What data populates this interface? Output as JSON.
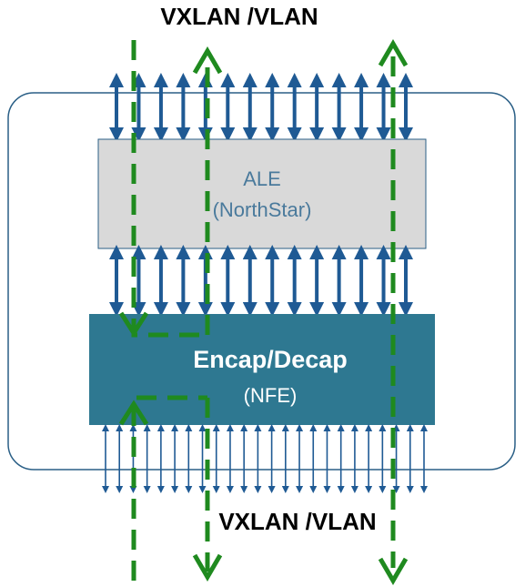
{
  "labels": {
    "top": "VXLAN /VLAN",
    "bottom": "VXLAN /VLAN"
  },
  "ale": {
    "line1": "ALE",
    "line2": "(NorthStar)"
  },
  "nfe": {
    "line1": "Encap/Decap",
    "line2": "(NFE)"
  },
  "colors": {
    "switch_border": "#2a5f86",
    "ale_fill": "#d9d9d9",
    "ale_text": "#4a7a9c",
    "nfe_fill": "#2e7891",
    "link_arrow": "#1f5a94",
    "flow_path": "#1f8a1f"
  },
  "counts": {
    "upper_links": 14,
    "middle_links": 14,
    "lower_links": 24
  }
}
